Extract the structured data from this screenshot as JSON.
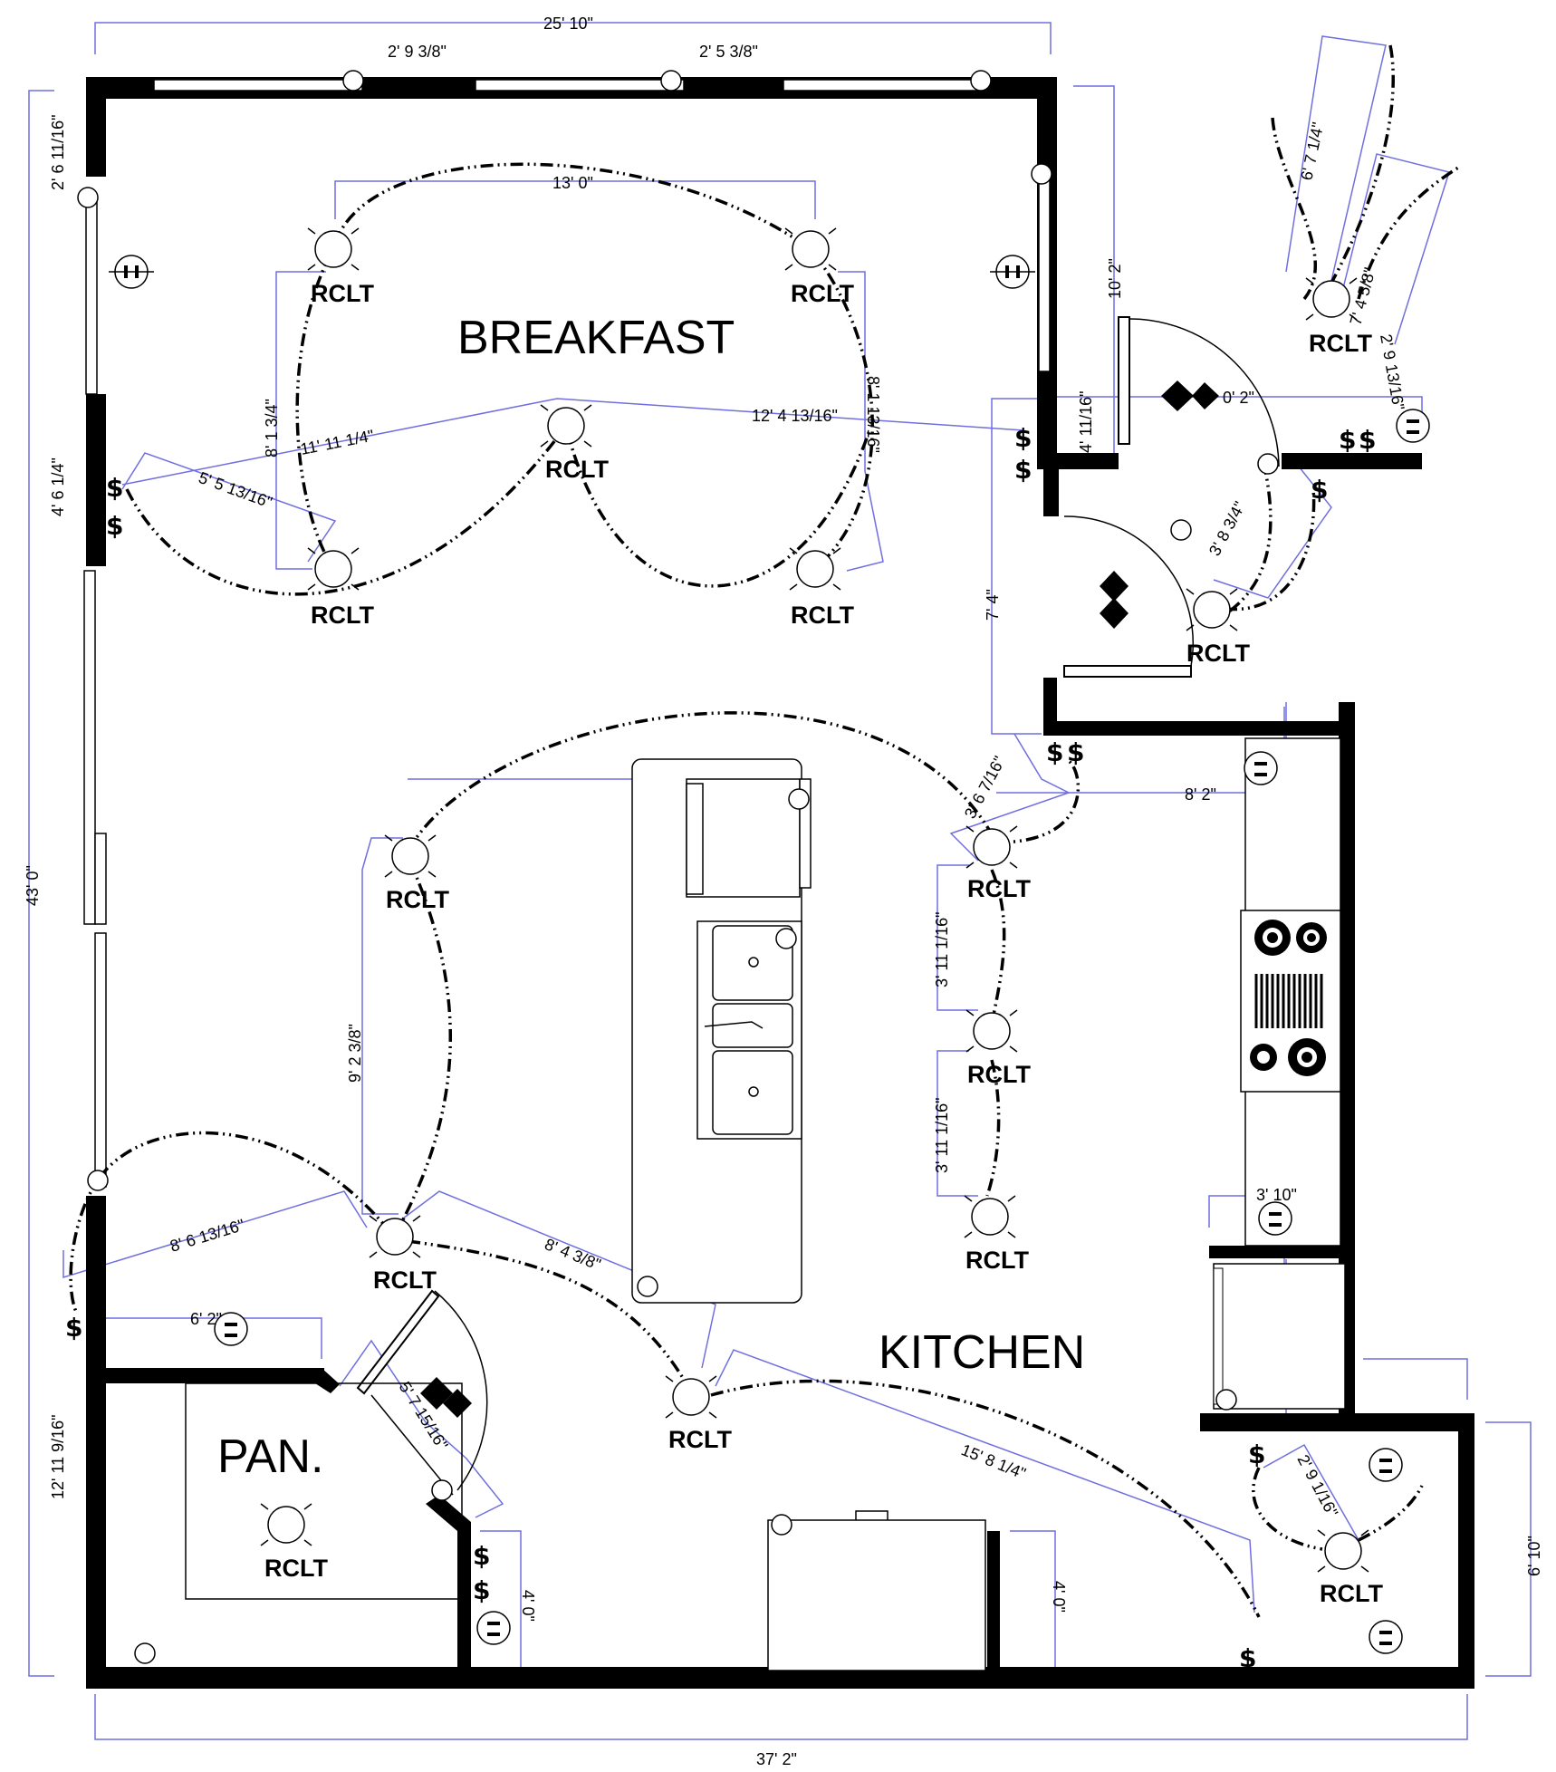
{
  "rooms": {
    "breakfast": "BREAKFAST",
    "kitchen": "KITCHEN",
    "pantry": "PAN."
  },
  "fixture_label": "RCLT",
  "switch_symbol": "$",
  "dimensions": {
    "overall_top": "25' 10\"",
    "window_gap_1": "2' 9 3/8\"",
    "window_gap_2": "2' 5 3/8\"",
    "top_left_vertical": "2' 6 11/16\"",
    "left_mid_vertical": "4' 6 1/4\"",
    "overall_left": "43' 0\"",
    "left_bottom_vertical": "12' 11 9/16\"",
    "overall_bottom": "37' 2\"",
    "right_bottom_vertical": "6' 10\"",
    "breakfast_top_span": "13' 0\"",
    "breakfast_left_vertical": "8' 1 3/4\"",
    "breakfast_diag_left": "11' 11 1/4\"",
    "breakfast_diag_right": "12' 4 13/16\"",
    "breakfast_right_vertical": "8' 1 13/16\"",
    "breakfast_switch_run": "5' 5 13/16\"",
    "right_wall_vertical": "10' 2\"",
    "door_vertical": "4' 11/16\"",
    "door_to_switch": "0' 2\"",
    "exterior_run_1": "6' 7 1/4\"",
    "exterior_run_2": "7' 4 5/8\"",
    "exterior_run_3": "2' 9 13/16\"",
    "porch_run": "3' 8 3/4\"",
    "hall_vertical": "7' 4\"",
    "kitchen_switch_run": "3' 6 7/16\"",
    "counter_run": "8' 2\"",
    "kitchen_col_1": "3' 11 1/16\"",
    "kitchen_col_2": "3' 11 1/16\"",
    "kitchen_left_vertical": "9' 2 3/8\"",
    "kitchen_diag_left": "8' 6 13/16\"",
    "kitchen_diag_mid": "8' 4 3/8\"",
    "pantry_top": "6' 2\"",
    "pantry_door_run": "5' 7 15/16\"",
    "pantry_wall_vertical": "4' 0\"",
    "kitchen_long_run": "15' 8 1/4\"",
    "fridge_wall_vertical": "4' 0\"",
    "fridge_width": "3' 10\"",
    "laundry_run": "2' 9 1/16\""
  }
}
